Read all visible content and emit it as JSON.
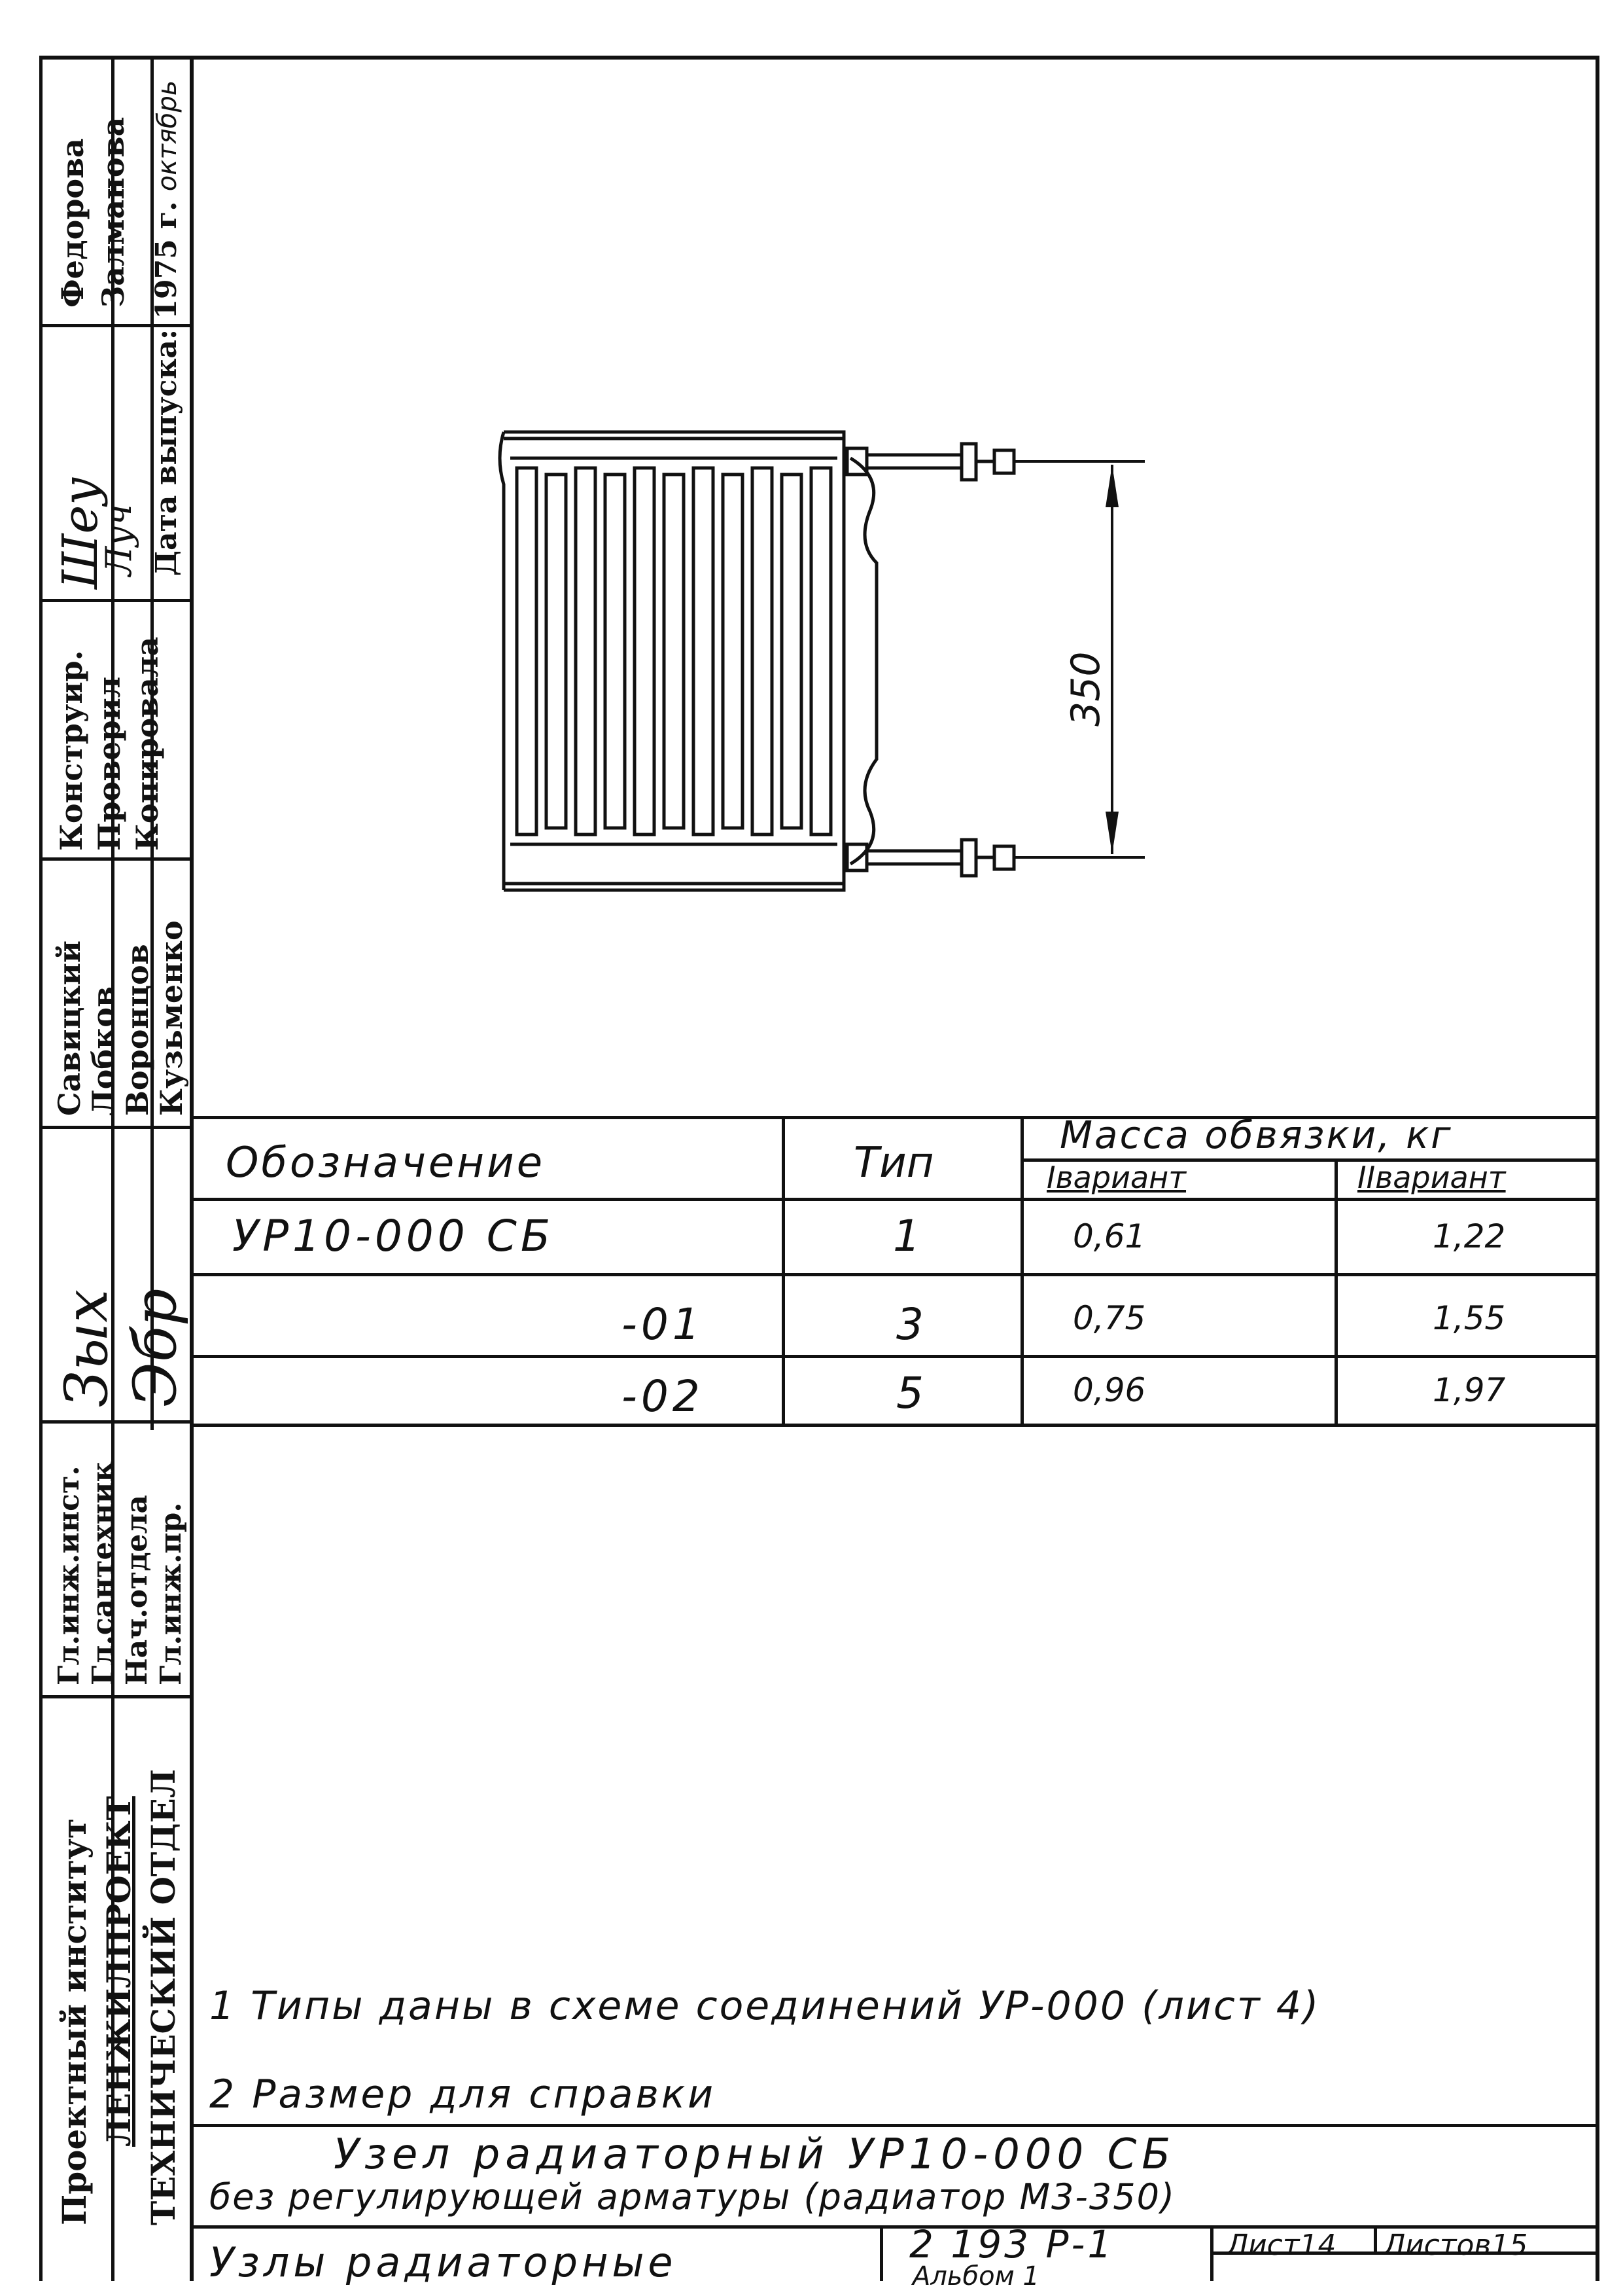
{
  "stamp": {
    "institute": "Проектный институт",
    "org": "ЛЕНЖИЛПРОЕКТ",
    "department": "ТЕХНИЧЕСКИЙ ОТДЕЛ",
    "roles": [
      "Гл.инж.инст.",
      "Гл.сантехник",
      "Нач.отдела",
      "Гл.инж.пр."
    ],
    "role_names": [
      "Савицкий",
      "Лобков",
      "Воронцов",
      "Кузьменко"
    ],
    "actions": [
      "Конструир.",
      "Проверил",
      "Копировала"
    ],
    "action_names": [
      "Федорова",
      "Залманова"
    ],
    "date_label": "Дата выпуска:",
    "date_year": "1975 г.",
    "date_month": "октябрь",
    "signatures": [
      "Шеу",
      "Луч",
      "Зых",
      "Эбр"
    ]
  },
  "drawing": {
    "dimension_label": "350"
  },
  "table": {
    "headers": {
      "designation": "Обозначение",
      "type": "Тип",
      "mass": "Масса обвязки, кг",
      "variant1": "Iвариант",
      "variant2": "IIвариант"
    },
    "rows": [
      {
        "designation": "УР10-000 СБ",
        "type": "1",
        "v1": "0,61",
        "v2": "1,22"
      },
      {
        "designation": "-01",
        "type": "3",
        "v1": "0,75",
        "v2": "1,55"
      },
      {
        "designation": "-02",
        "type": "5",
        "v1": "0,96",
        "v2": "1,97"
      }
    ]
  },
  "notes": [
    "1 Типы даны в схеме соединений УР-000 (лист 4)",
    "2 Размер для справки"
  ],
  "title_block": {
    "title_line1": "Узел радиаторный УР10-000 СБ",
    "title_line2": "без регулирующей арматуры (радиатор М3-350)",
    "series": "Узлы радиаторные",
    "doc_code": "2 193 Р-1",
    "album": "Альбом 1",
    "sheet": "Лист14",
    "sheets": "Листов15"
  }
}
